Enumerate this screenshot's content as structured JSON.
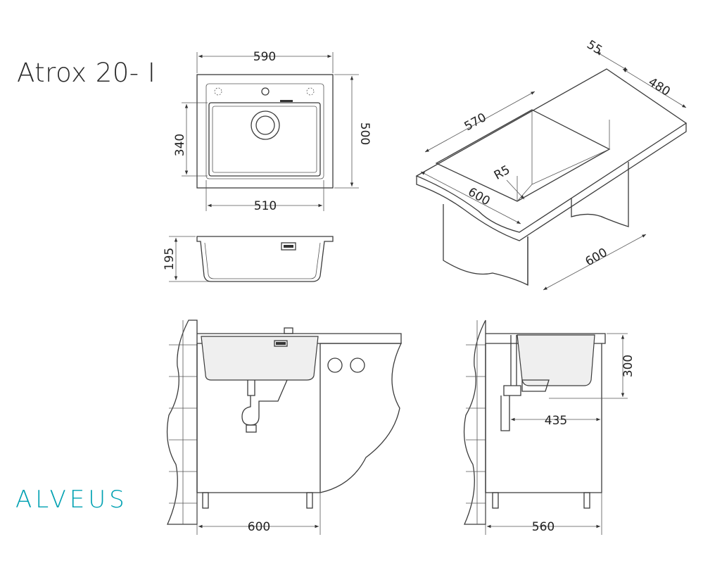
{
  "title": "Atrox 20- I",
  "brand": "ALVEUS",
  "colors": {
    "brand": "#00a1b2",
    "lines": "#3b3b3b"
  },
  "dimensions": {
    "top_width": "590",
    "top_depth": "500",
    "bowl_depth_plan": "340",
    "bowl_width_plan": "510",
    "height_section": "195",
    "iso_edge": "55",
    "iso_depth": "480",
    "iso_cutout_length": "570",
    "iso_radius": "R5",
    "iso_cabinet_width": "600",
    "iso_cabinet_depth": "600",
    "front_cabinet_width": "600",
    "side_height": "300",
    "side_offset": "435",
    "side_cabinet_depth": "560"
  }
}
